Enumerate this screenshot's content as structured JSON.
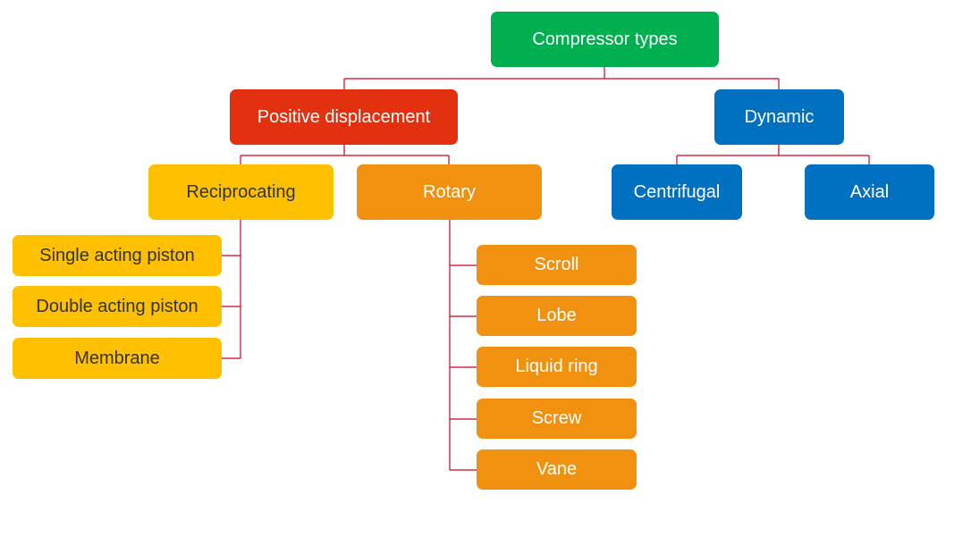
{
  "colors": {
    "root": "#00b050",
    "positive_displacement": "#e3300e",
    "dynamic": "#0070c0",
    "reciprocating": "#ffc000",
    "rotary": "#f0920f",
    "connector": "#d0021b"
  },
  "root": {
    "label": "Compressor types"
  },
  "positive_displacement": {
    "label": "Positive displacement",
    "reciprocating": {
      "label": "Reciprocating",
      "children": [
        "Single acting piston",
        "Double acting piston",
        "Membrane"
      ]
    },
    "rotary": {
      "label": "Rotary",
      "children": [
        "Scroll",
        "Lobe",
        "Liquid ring",
        "Screw",
        "Vane"
      ]
    }
  },
  "dynamic": {
    "label": "Dynamic",
    "children": [
      "Centrifugal",
      "Axial"
    ]
  }
}
